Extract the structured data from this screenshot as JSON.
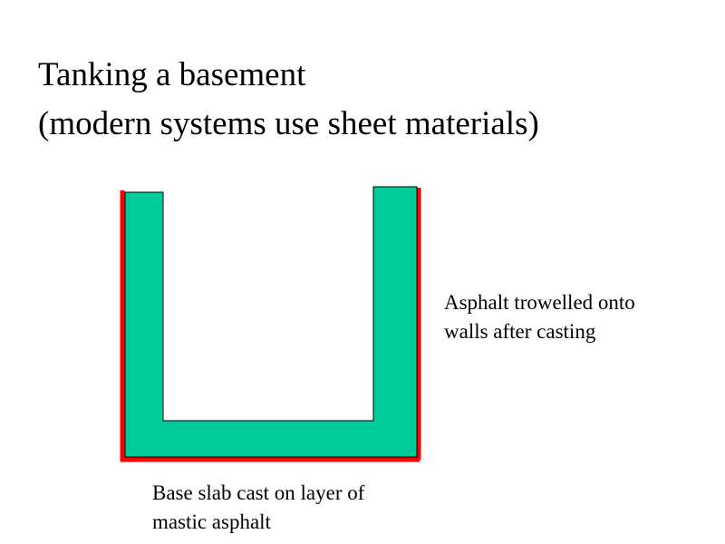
{
  "title": {
    "line1": "Tanking a basement",
    "line2": "(modern systems use sheet materials)"
  },
  "labels": {
    "walls": {
      "line1": "Asphalt trowelled onto",
      "line2": "walls after casting"
    },
    "slab": {
      "line1": "Base slab cast on layer of",
      "line2": "mastic asphalt"
    }
  },
  "colors": {
    "concrete": "#00CC99",
    "asphalt": "#FF0000",
    "outline": "#000000",
    "background": "#FFFFFF"
  }
}
